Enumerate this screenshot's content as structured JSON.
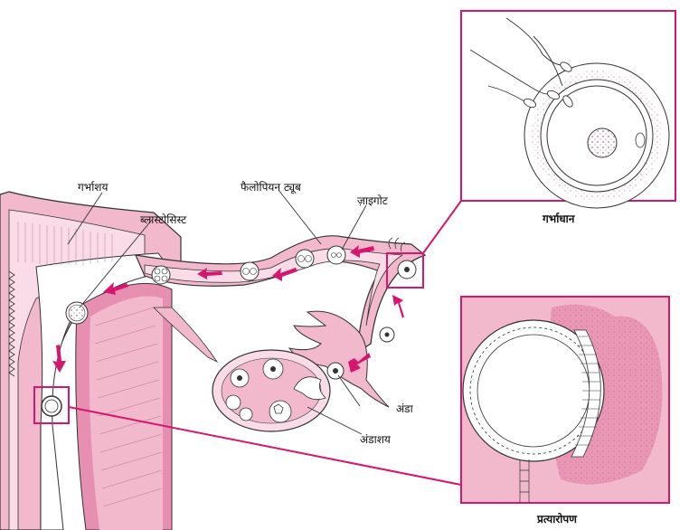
{
  "labels": {
    "uterus": "गर्भाशय",
    "blastocyst": "ब्लास्टोसिस्ट",
    "fallopian_tube": "फैलोपियन ट्यूब",
    "zygote": "ज़ाइगोट",
    "egg": "अंडा",
    "ovary": "अंडाशय"
  },
  "captions": {
    "fertilization": "गर्भाधान",
    "implantation": "प्रत्यारोपण"
  },
  "colors": {
    "accent": "#d6166f",
    "tissue": "#f2b8cc",
    "tissue_light": "#f9dce7",
    "wall": "#e78fb0"
  }
}
